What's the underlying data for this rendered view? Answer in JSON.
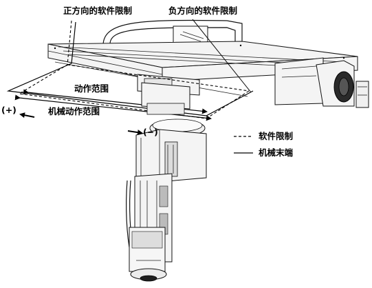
{
  "labels": {
    "positive_soft_limit": "正方向的软件限制",
    "negative_soft_limit": "负方向的软件限制",
    "motion_range": "动作范围",
    "mechanical_motion_range": "机械动作范围",
    "plus_sign": "(+)",
    "minus_sign": "(−)"
  },
  "legend": {
    "soft_limit": "软件限制",
    "mechanical_end": "机械末端"
  }
}
